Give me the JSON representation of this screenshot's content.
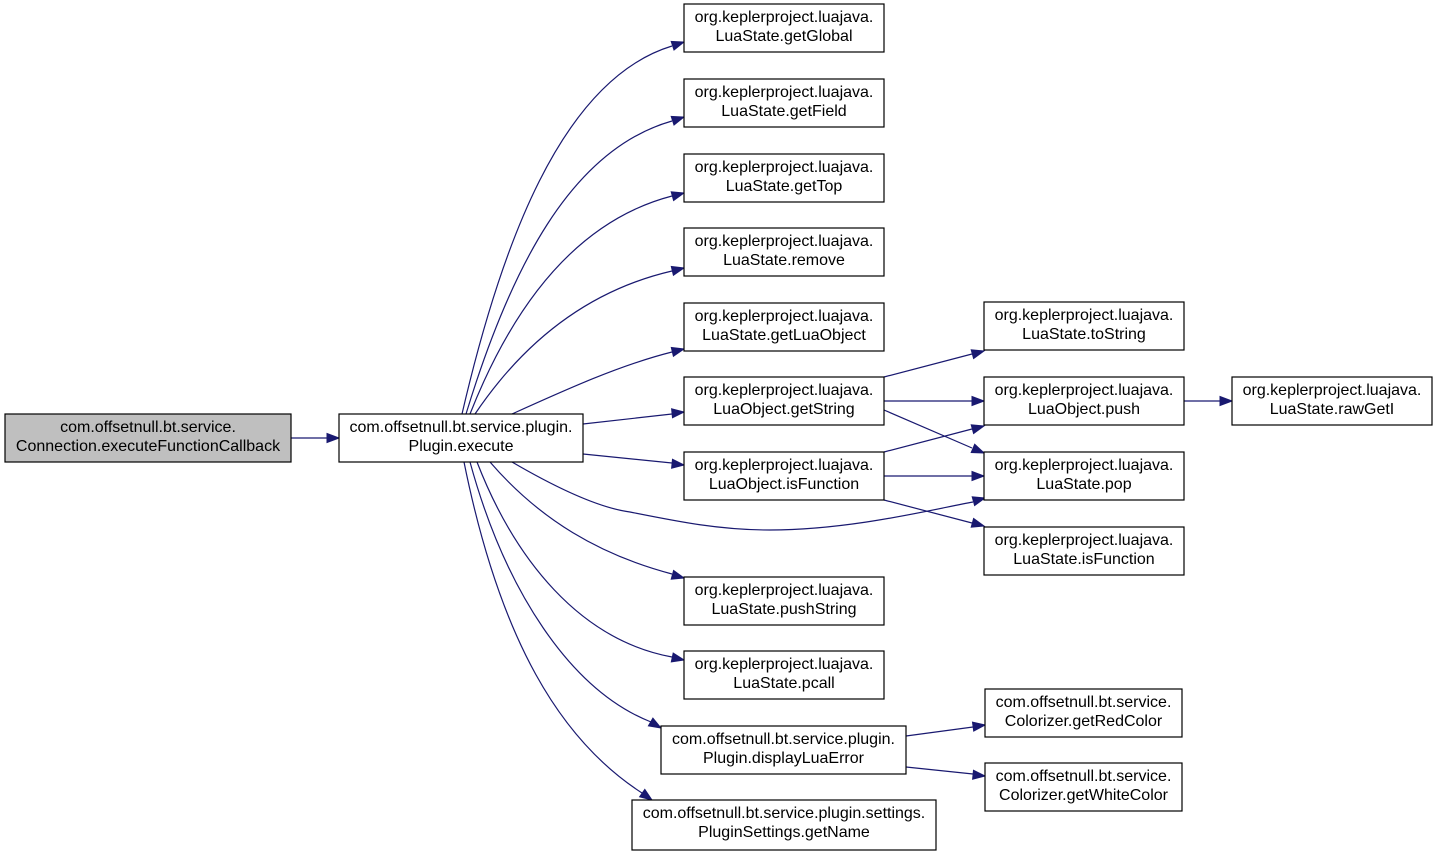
{
  "graph": {
    "nodes": [
      {
        "id": "n_callback",
        "lines": [
          "com.offsetnull.bt.service.",
          "Connection.executeFunctionCallback"
        ],
        "root": true
      },
      {
        "id": "n_execute",
        "lines": [
          "com.offsetnull.bt.service.plugin.",
          "Plugin.execute"
        ]
      },
      {
        "id": "n_getGlobal",
        "lines": [
          "org.keplerproject.luajava.",
          "LuaState.getGlobal"
        ]
      },
      {
        "id": "n_getField",
        "lines": [
          "org.keplerproject.luajava.",
          "LuaState.getField"
        ]
      },
      {
        "id": "n_getTop",
        "lines": [
          "org.keplerproject.luajava.",
          "LuaState.getTop"
        ]
      },
      {
        "id": "n_remove",
        "lines": [
          "org.keplerproject.luajava.",
          "LuaState.remove"
        ]
      },
      {
        "id": "n_getLuaObject",
        "lines": [
          "org.keplerproject.luajava.",
          "LuaState.getLuaObject"
        ]
      },
      {
        "id": "n_getString",
        "lines": [
          "org.keplerproject.luajava.",
          "LuaObject.getString"
        ]
      },
      {
        "id": "n_isFunctionObj",
        "lines": [
          "org.keplerproject.luajava.",
          "LuaObject.isFunction"
        ]
      },
      {
        "id": "n_pushString",
        "lines": [
          "org.keplerproject.luajava.",
          "LuaState.pushString"
        ]
      },
      {
        "id": "n_pcall",
        "lines": [
          "org.keplerproject.luajava.",
          "LuaState.pcall"
        ]
      },
      {
        "id": "n_displayLuaError",
        "lines": [
          "com.offsetnull.bt.service.plugin.",
          "Plugin.displayLuaError"
        ]
      },
      {
        "id": "n_getName",
        "lines": [
          "com.offsetnull.bt.service.plugin.settings.",
          "PluginSettings.getName"
        ]
      },
      {
        "id": "n_toString",
        "lines": [
          "org.keplerproject.luajava.",
          "LuaState.toString"
        ]
      },
      {
        "id": "n_push",
        "lines": [
          "org.keplerproject.luajava.",
          "LuaObject.push"
        ]
      },
      {
        "id": "n_pop",
        "lines": [
          "org.keplerproject.luajava.",
          "LuaState.pop"
        ]
      },
      {
        "id": "n_isFunctionState",
        "lines": [
          "org.keplerproject.luajava.",
          "LuaState.isFunction"
        ]
      },
      {
        "id": "n_rawGetI",
        "lines": [
          "org.keplerproject.luajava.",
          "LuaState.rawGetI"
        ]
      },
      {
        "id": "n_getRedColor",
        "lines": [
          "com.offsetnull.bt.service.",
          "Colorizer.getRedColor"
        ]
      },
      {
        "id": "n_getWhiteColor",
        "lines": [
          "com.offsetnull.bt.service.",
          "Colorizer.getWhiteColor"
        ]
      }
    ],
    "edges": [
      {
        "from": "n_callback",
        "to": "n_execute"
      },
      {
        "from": "n_execute",
        "to": "n_getGlobal"
      },
      {
        "from": "n_execute",
        "to": "n_getField"
      },
      {
        "from": "n_execute",
        "to": "n_getTop"
      },
      {
        "from": "n_execute",
        "to": "n_remove"
      },
      {
        "from": "n_execute",
        "to": "n_getLuaObject"
      },
      {
        "from": "n_execute",
        "to": "n_getString"
      },
      {
        "from": "n_execute",
        "to": "n_isFunctionObj"
      },
      {
        "from": "n_execute",
        "to": "n_pop"
      },
      {
        "from": "n_execute",
        "to": "n_pushString"
      },
      {
        "from": "n_execute",
        "to": "n_pcall"
      },
      {
        "from": "n_execute",
        "to": "n_displayLuaError"
      },
      {
        "from": "n_execute",
        "to": "n_getName"
      },
      {
        "from": "n_getString",
        "to": "n_toString"
      },
      {
        "from": "n_getString",
        "to": "n_push"
      },
      {
        "from": "n_getString",
        "to": "n_pop"
      },
      {
        "from": "n_isFunctionObj",
        "to": "n_push"
      },
      {
        "from": "n_isFunctionObj",
        "to": "n_pop"
      },
      {
        "from": "n_isFunctionObj",
        "to": "n_isFunctionState"
      },
      {
        "from": "n_push",
        "to": "n_rawGetI"
      },
      {
        "from": "n_displayLuaError",
        "to": "n_getRedColor"
      },
      {
        "from": "n_displayLuaError",
        "to": "n_getWhiteColor"
      }
    ]
  }
}
